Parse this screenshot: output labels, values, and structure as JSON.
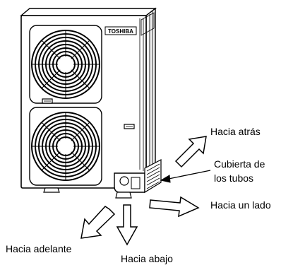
{
  "brand": "TOSHIBA",
  "labels": {
    "back": "Hacia atrás",
    "cover_line1": "Cubierta de",
    "cover_line2": "los tubos",
    "side": "Hacia un lado",
    "front": "Hacia adelante",
    "down": "Hacia abajo"
  },
  "colors": {
    "line": "#000000",
    "unit_fill": "#ffffff",
    "shade": "#efefef",
    "fan": "#222222"
  }
}
